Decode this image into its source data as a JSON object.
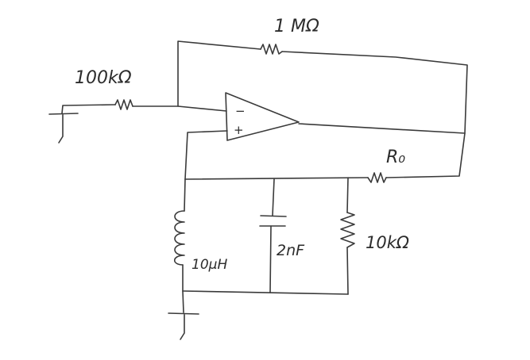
{
  "labels": {
    "r_feedback": "1 MΩ",
    "r_input": "100kΩ",
    "r_zero": "R₀",
    "r_tank": "10kΩ",
    "c_tank": "2nF",
    "l_tank": "10μH"
  },
  "opamp": {
    "inverting": "−",
    "noninverting": "+"
  },
  "colors": {
    "ink": "#3a3a3a",
    "paper": "#ffffff"
  }
}
